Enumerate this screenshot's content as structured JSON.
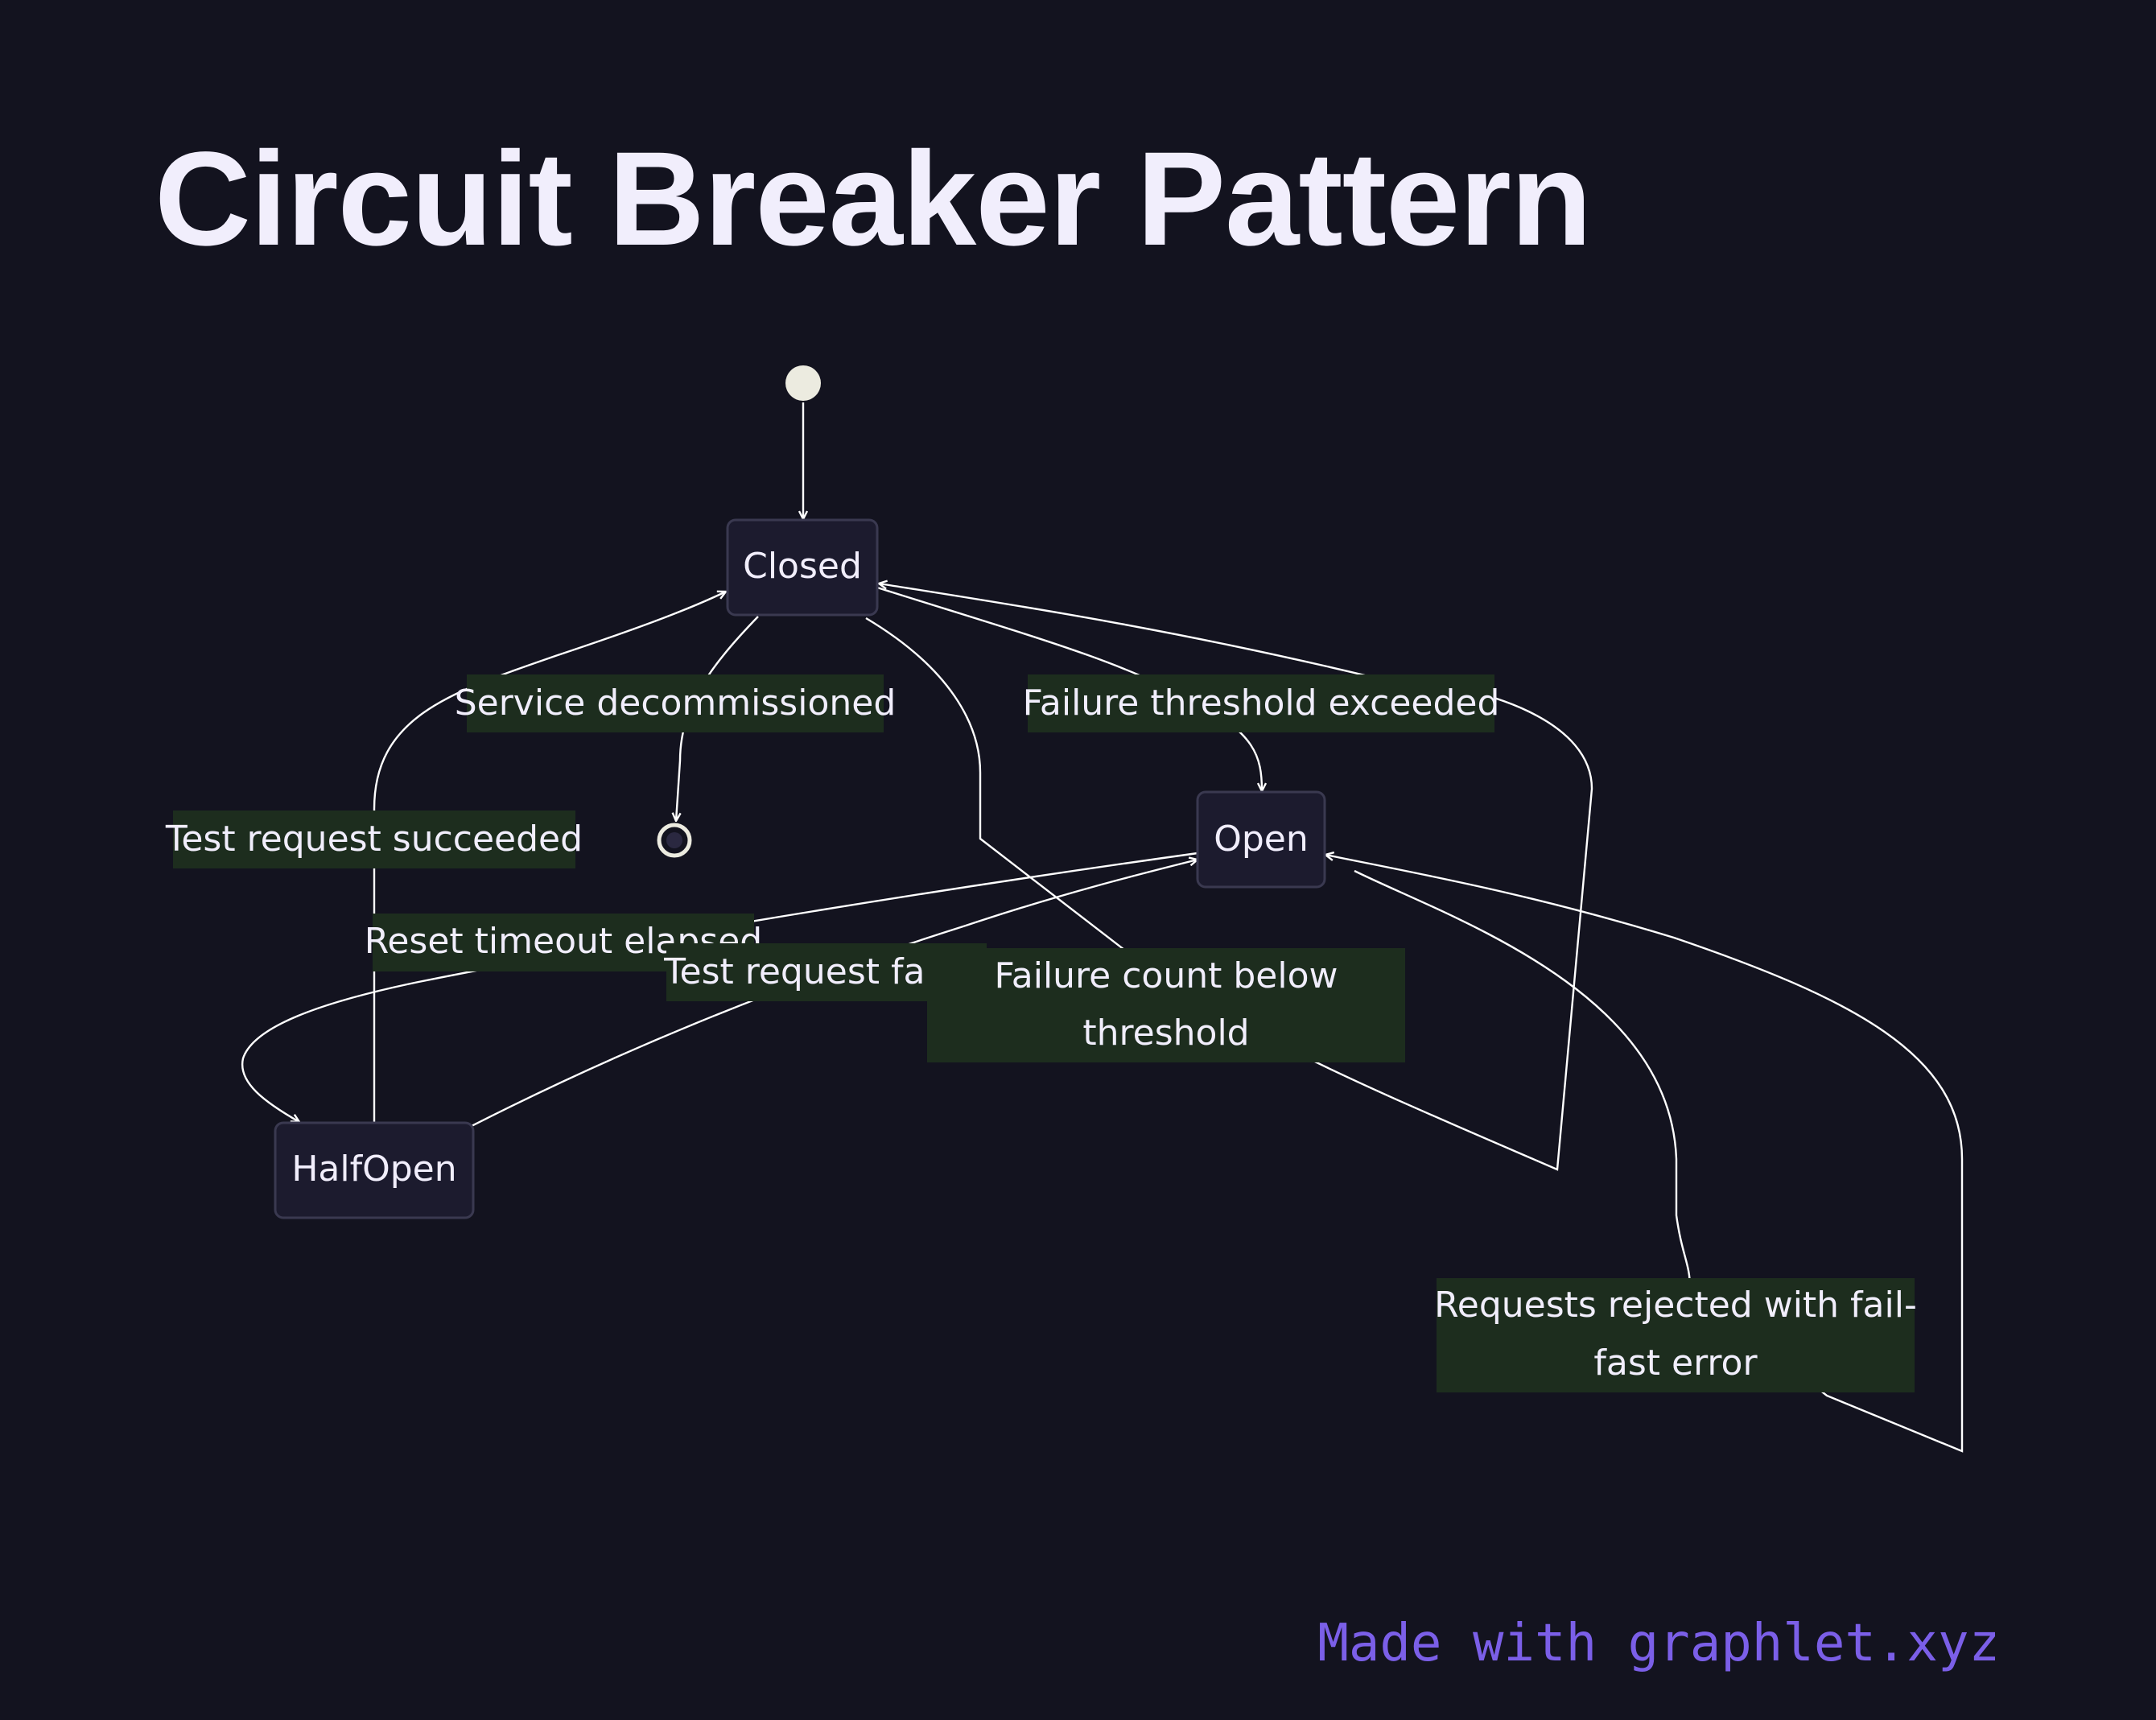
{
  "title": "Circuit Breaker Pattern",
  "footer": "Made with graphlet.xyz",
  "colors": {
    "background": "#13131f",
    "node_fill": "#1c1b2e",
    "node_stroke": "#3a3950",
    "edge_label_bg": "#1d2d1e",
    "edge": "#ffffff",
    "text": "#f1eefc",
    "footer_text": "#7b5fe8",
    "start_dot": "#ecebe0"
  },
  "states": {
    "closed": "Closed",
    "open": "Open",
    "halfopen": "HalfOpen"
  },
  "transitions": {
    "service_decommissioned": "Service decommissioned",
    "failure_threshold_exceeded": "Failure threshold exceeded",
    "test_request_succeeded": "Test request succeeded",
    "reset_timeout_elapsed": "Reset timeout elapsed",
    "test_request_failed": "Test request failed",
    "failure_count_below_1": "Failure count below",
    "failure_count_below_2": "threshold",
    "requests_rejected_1": "Requests rejected with fail-",
    "requests_rejected_2": "fast error"
  }
}
